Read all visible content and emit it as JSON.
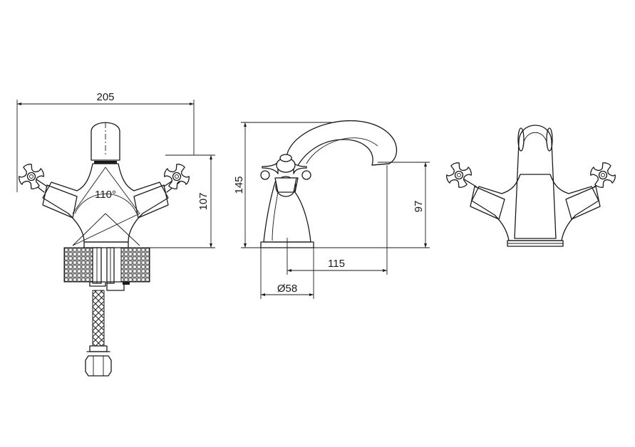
{
  "dimensions": {
    "overall_width": "205",
    "height_lever": "107",
    "spread_angle": "110°",
    "total_height": "145",
    "spout_height": "97",
    "spout_reach": "115",
    "base_diameter": "Ø58"
  },
  "colors": {
    "line": "#1a1a1a",
    "background": "#ffffff"
  }
}
